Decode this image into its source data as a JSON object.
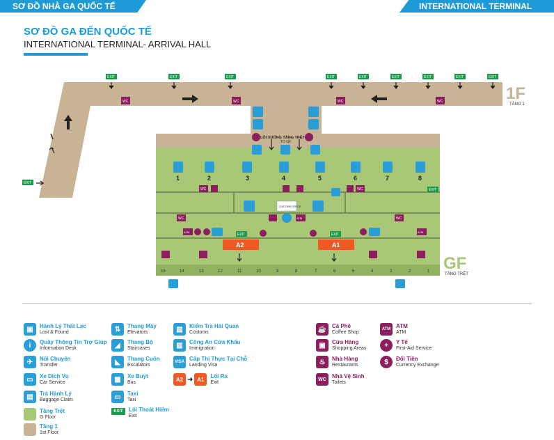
{
  "header": {
    "left": "SƠ ĐỒ NHÀ GA QUỐC TẾ",
    "right": "INTERNATIONAL TERMINAL"
  },
  "title": {
    "vn": "SƠ ĐỒ GA ĐẾN QUỐC TẾ",
    "en": "INTERNATIONAL TERMINAL- ARRIVAL HALL"
  },
  "map": {
    "floor_1f": {
      "label": "1F",
      "sub": "TẦNG 1"
    },
    "floor_gf": {
      "label": "GF",
      "sub": "TẦNG TRỆT"
    },
    "exit": "EXIT",
    "wc": "WC",
    "atm": "ATM",
    "down_label_vn": "LỐI XUỐNG TẦNG TRỆT",
    "down_label_en": "TO GF",
    "customs_office": "CUSTOMS OFFICE",
    "exits_ab": [
      "A2",
      "A1"
    ],
    "belts": [
      "1",
      "2",
      "3",
      "4",
      "5",
      "6",
      "7",
      "8"
    ],
    "doors": [
      "15",
      "14",
      "13",
      "12",
      "11",
      "10",
      "9",
      "8",
      "7",
      "6",
      "5",
      "4",
      "3",
      "2",
      "1"
    ]
  },
  "legend": [
    {
      "vn": "Hành Lý Thất Lạc",
      "en": "Lost & Found",
      "icon": "briefcase-icon",
      "color": "blue"
    },
    {
      "vn": "Quầy Thông Tin Trợ Giúp",
      "en": "Information Desk",
      "icon": "info-icon",
      "color": "blue"
    },
    {
      "vn": "Nối Chuyến",
      "en": "Transfer",
      "icon": "plane-icon",
      "color": "blue"
    },
    {
      "vn": "Xe Dịch Vụ",
      "en": "Car Service",
      "icon": "car-icon",
      "color": "blue"
    },
    {
      "vn": "Trả Hành Lý",
      "en": "Baggage Claim",
      "icon": "luggage-icon",
      "color": "blue"
    },
    {
      "vn": "Tầng Trệt",
      "en": "G Floor",
      "icon": "",
      "color": "green"
    },
    {
      "vn": "Tầng 1",
      "en": "1st Floor",
      "icon": "",
      "color": "tan"
    },
    {
      "vn": "Thang Máy",
      "en": "Elevators",
      "icon": "elevator-icon",
      "color": "blue"
    },
    {
      "vn": "Thang Bộ",
      "en": "Staircases",
      "icon": "stairs-icon",
      "color": "blue"
    },
    {
      "vn": "Thang Cuốn",
      "en": "Escalators",
      "icon": "escalator-icon",
      "color": "blue"
    },
    {
      "vn": "Xe Buýt",
      "en": "Bus",
      "icon": "bus-icon",
      "color": "blue"
    },
    {
      "vn": "Taxi",
      "en": "Taxi",
      "icon": "taxi-icon",
      "color": "blue"
    },
    {
      "vn": "Lối Thoát Hiểm",
      "en": "Exit",
      "icon": "EXIT",
      "color": "exit"
    },
    {
      "vn": "Kiểm Tra Hải Quan",
      "en": "Customs",
      "icon": "customs-icon",
      "color": "blue"
    },
    {
      "vn": "Công An Cửa Khẩu",
      "en": "Immigration",
      "icon": "immigration-icon",
      "color": "blue"
    },
    {
      "vn": "Cấp Thị Thực Tại Chỗ",
      "en": "Landing Visa",
      "icon": "VISA",
      "color": "blue"
    },
    {
      "vn": "Lối Ra",
      "en": "Exit",
      "icon": "A2→A1",
      "color": "orange"
    },
    {
      "vn": "Cà Phê",
      "en": "Coffee Shop",
      "icon": "coffee-icon",
      "color": "purple"
    },
    {
      "vn": "Cửa Hàng",
      "en": "Shopping Areas",
      "icon": "gift-icon",
      "color": "purple"
    },
    {
      "vn": "Nhà Hàng",
      "en": "Restaurants",
      "icon": "restaurant-icon",
      "color": "purple"
    },
    {
      "vn": "Nhà Vệ Sinh",
      "en": "Toilets",
      "icon": "WC",
      "color": "purple"
    },
    {
      "vn": "ATM",
      "en": "ATM",
      "icon": "ATM",
      "color": "purple"
    },
    {
      "vn": "Y Tế",
      "en": "First-Aid Service",
      "icon": "firstaid-icon",
      "color": "purple"
    },
    {
      "vn": "Đổi Tiền",
      "en": "Currency Exchange",
      "icon": "exchange-icon",
      "color": "purple"
    }
  ]
}
